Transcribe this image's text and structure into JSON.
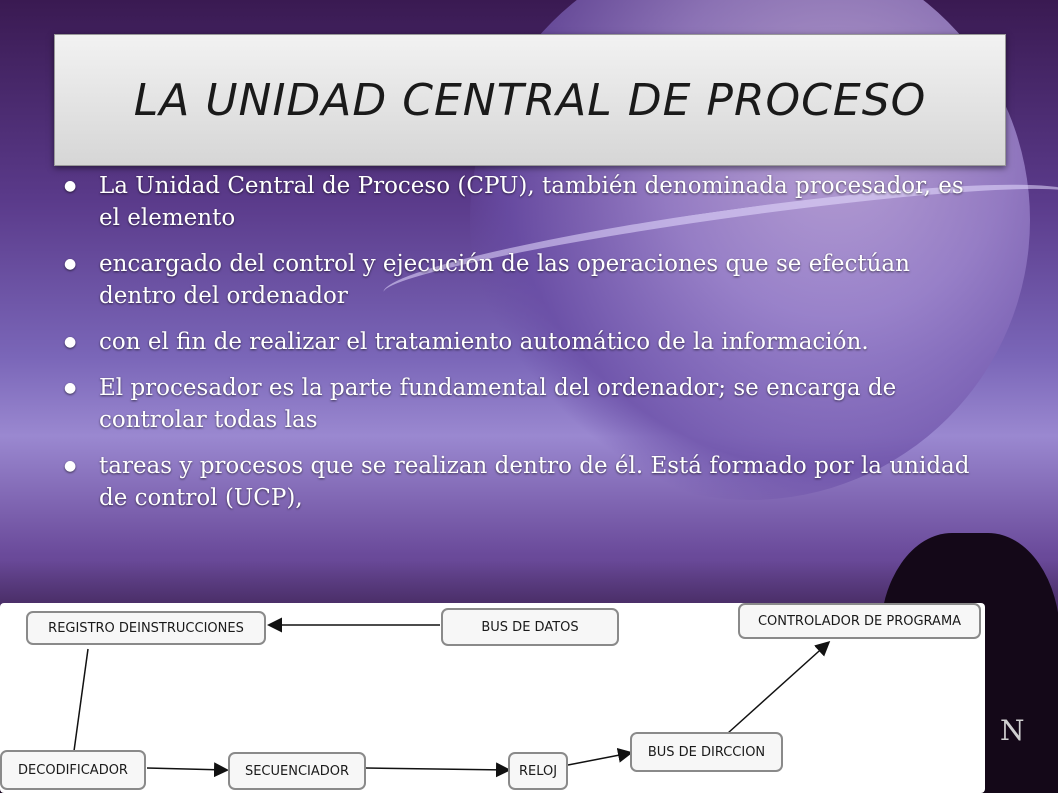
{
  "title": "LA UNIDAD CENTRAL DE PROCESO",
  "bullets": [
    "La Unidad Central de Proceso (CPU), también denominada procesador, es el elemento",
    "encargado del control y ejecución de las operaciones que se efectúan dentro del ordenador",
    "con el fin de realizar el tratamiento automático de la información.",
    "El procesador es la parte fundamental  del ordenador; se encarga de controlar todas las",
    "tareas y procesos que se realizan dentro de él. Está formado por la unidad de control (UCP),"
  ],
  "bullet_glyph": "●",
  "diagram": {
    "registro": "REGISTRO DEINSTRUCCIONES",
    "bus_datos": "BUS DE DATOS",
    "controlador": "CONTROLADOR DE PROGRAMA",
    "decodificador": "DECODIFICADOR",
    "secuenciador": "SECUENCIADOR",
    "reloj": "RELOJ",
    "bus_direccion": "BUS DE DIRCCION"
  },
  "corner_logo": "N"
}
